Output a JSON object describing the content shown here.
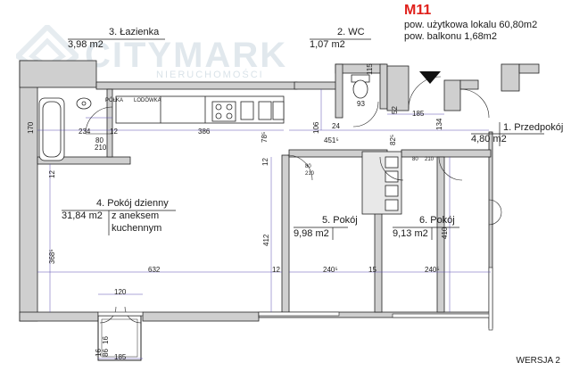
{
  "unit": {
    "code": "M11",
    "usable_area": "pow. użytkowa lokalu 60,80m2",
    "balcony_area": "pow. balkonu 1,68m2"
  },
  "watermark": {
    "brand": "CITYMARK",
    "sub": "NIERUCHOMOŚCI"
  },
  "rooms": {
    "bathroom": {
      "name": "3. Łazienka",
      "area": "3,98 m2"
    },
    "wc": {
      "name": "2. WC",
      "area": "1,07 m2"
    },
    "hall": {
      "name": "1. Przedpokój",
      "area": "4,80 m2"
    },
    "living": {
      "name": "4. Pokój dzienny",
      "area": "31,84 m2",
      "note_1": "z aneksem",
      "note_2": "kuchennym"
    },
    "room5": {
      "name": "5. Pokój",
      "area": "9,98 m2"
    },
    "room6": {
      "name": "6. Pokój",
      "area": "9,13 m2"
    }
  },
  "kitchen": {
    "fridge": "LODÓWKA",
    "shelf": "PÓŁKA"
  },
  "dimensions": {
    "d170": "170",
    "d234": "234",
    "d12a": "12",
    "d80a": "80",
    "d210a": "210",
    "d386": "386",
    "d78": "78⁵",
    "d106": "106",
    "d24": "24",
    "d451": "451⁵",
    "d93": "93",
    "d52": "52",
    "d115": "115",
    "d185a": "185",
    "d82": "82⁵",
    "d134": "134",
    "d12b": "12",
    "d368": "368⁵",
    "d632": "632",
    "d412": "412",
    "d12c": "12",
    "d240a": "240⁵",
    "d15": "15",
    "d240b": "240⁵",
    "d410": "410",
    "d120": "120",
    "d185b": "185",
    "d86": "86",
    "d16a": "16",
    "d16b": "16",
    "d80b": "80",
    "d210b": "210",
    "d80c": "80",
    "d210c": "210",
    "d12d": "12"
  },
  "version": "WERSJA 2"
}
